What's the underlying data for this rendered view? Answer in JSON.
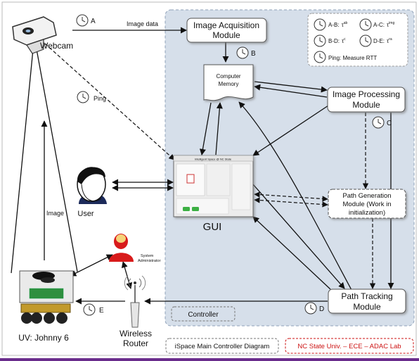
{
  "nodes": {
    "webcam": "Webcam",
    "image_acquisition": [
      "Image Acquisition",
      "Module"
    ],
    "computer_memory": [
      "Computer",
      "Memory"
    ],
    "image_processing": [
      "Image Processing",
      "Module"
    ],
    "path_generation": [
      "Path Generation",
      "Module (Work in",
      "initialization)"
    ],
    "path_tracking": [
      "Path Tracking",
      "Module"
    ],
    "gui": "GUI",
    "user": "User",
    "system_admin": [
      "System",
      "Administrator"
    ],
    "uv": "UV: Johnny 6",
    "router": [
      "Wireless",
      "Router"
    ]
  },
  "edge_labels": {
    "image_data": "Image data",
    "ping": "Ping",
    "image": "Image"
  },
  "clock_labels": {
    "A": "A",
    "B": "B",
    "C": "C",
    "D": "D",
    "E": "E"
  },
  "legend": {
    "ab": "A-B:",
    "ac": "A-C:",
    "bd": "B-D:",
    "de": "D-E:",
    "ping": "Ping: Measure RTT",
    "sym_ab": "τ",
    "sup_ab": "ab",
    "sym_ac": "τ",
    "sup_ac": "img",
    "sym_bd": "τ",
    "sup_bd": "c",
    "sym_de": "τ",
    "sup_de": "ra"
  },
  "region_labels": {
    "controller": "Controller"
  },
  "footer": {
    "title": "iSpace Main Controller Diagram",
    "credit": "NC State Univ. – ECE – ADAC Lab"
  },
  "gui_screen": {
    "title": "Intelligent Space @ NC State"
  },
  "colors": {
    "controller_bg": "#d6dfea",
    "box_fill": "#ffffff",
    "credit_red": "#cc1111",
    "admin_red": "#d81b1b",
    "bottom_bar": "#6a2c8c"
  }
}
